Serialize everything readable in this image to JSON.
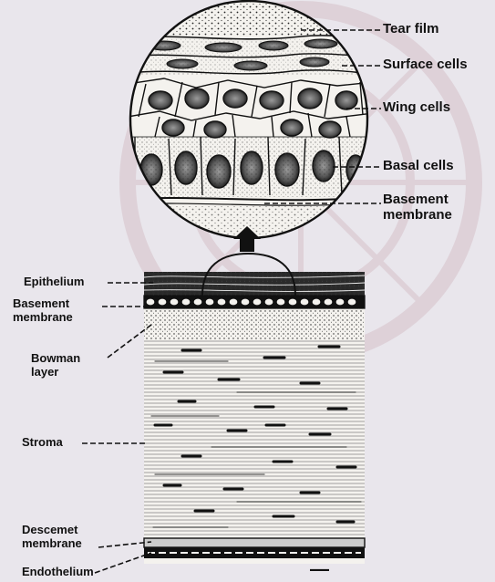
{
  "labels": {
    "tear_film": "Tear film",
    "surface_cells": "Surface cells",
    "wing_cells": "Wing cells",
    "basal_cells": "Basal cells",
    "basement_membrane_top_1": "Basement",
    "basement_membrane_top_2": "membrane",
    "epithelium": "Epithelium",
    "basement_membrane_left_1": "Basement",
    "basement_membrane_left_2": "membrane",
    "bowman_1": "Bowman",
    "bowman_2": "layer",
    "stroma": "Stroma",
    "descemet_1": "Descemet",
    "descemet_2": "membrane",
    "endothelium": "Endothelium"
  },
  "colors": {
    "background": "#e9e6ec",
    "ink": "#111111",
    "paper": "#f4f2ee",
    "watermark": "#b98a96"
  }
}
